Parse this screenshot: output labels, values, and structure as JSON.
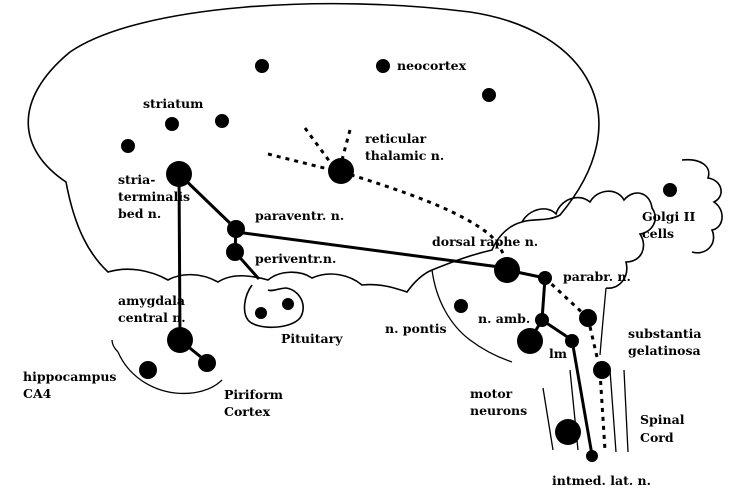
{
  "labels": {
    "neocortex": "neocortex",
    "striatum": "striatum",
    "reticular_1": "reticular",
    "reticular_2": "thalamic n.",
    "stria_1": "stria-",
    "stria_2": "terminalis",
    "stria_3": "bed n.",
    "paraventr": "paraventr. n.",
    "periventr": "periventr.n.",
    "golgi_1": "Golgi II",
    "golgi_2": "cells",
    "dorsal_raphe": "dorsal raphe n.",
    "parabr": "parabr. n.",
    "amygdala_1": "amygdala",
    "amygdala_2": "central n.",
    "pituitary": "Pituitary",
    "n_pontis": "n. pontis",
    "n_amb": "n. amb.",
    "substantia_1": "substantia",
    "substantia_2": "gelatinosa",
    "lm": "lm",
    "hippocampus_1": "hippocampus",
    "hippocampus_2": "CA4",
    "piriform_1": "Piriform",
    "piriform_2": "Cortex",
    "motor_1": "motor",
    "motor_2": "neurons",
    "spinal_1": "Spinal",
    "spinal_2": "Cord",
    "intmed": "intmed. lat. n."
  }
}
